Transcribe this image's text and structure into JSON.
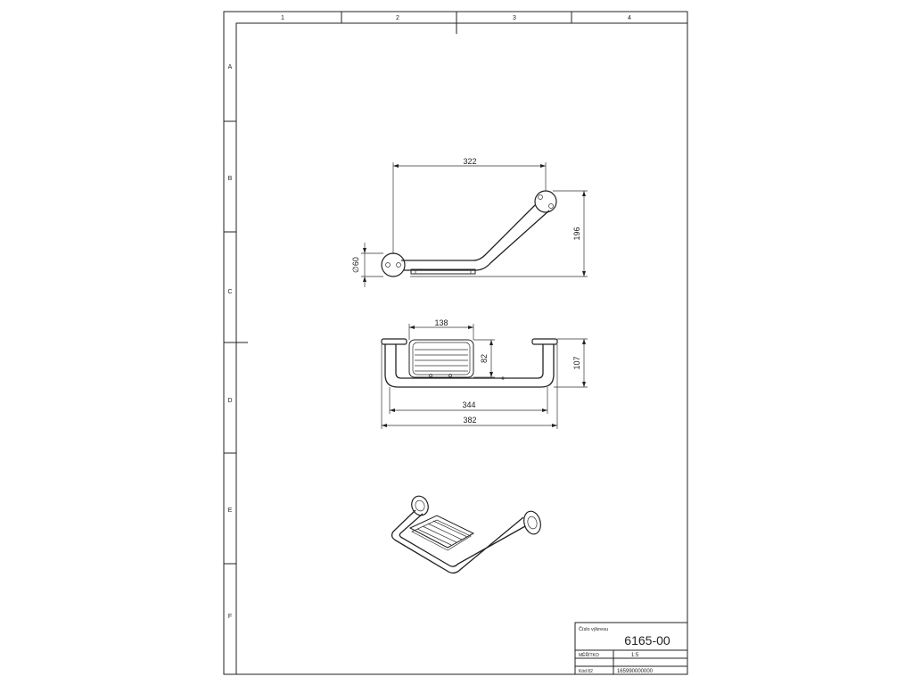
{
  "frame": {
    "col_labels": [
      "1",
      "2",
      "3",
      "4"
    ],
    "row_labels": [
      "A",
      "B",
      "C",
      "D",
      "E",
      "F"
    ]
  },
  "dimensions": {
    "top_width": "322",
    "top_height": "196",
    "diameter": "∅60",
    "basket_width": "138",
    "basket_height": "82",
    "depth": "107",
    "inner_width": "344",
    "outer_width": "382"
  },
  "title_block": {
    "drawing_number_label": "Číslo výkresu",
    "drawing_number": "6165-00",
    "scale_label": "MĚŘÍTKO",
    "scale": "1:5",
    "code_label": "Kód 82",
    "code": "165990000000"
  }
}
